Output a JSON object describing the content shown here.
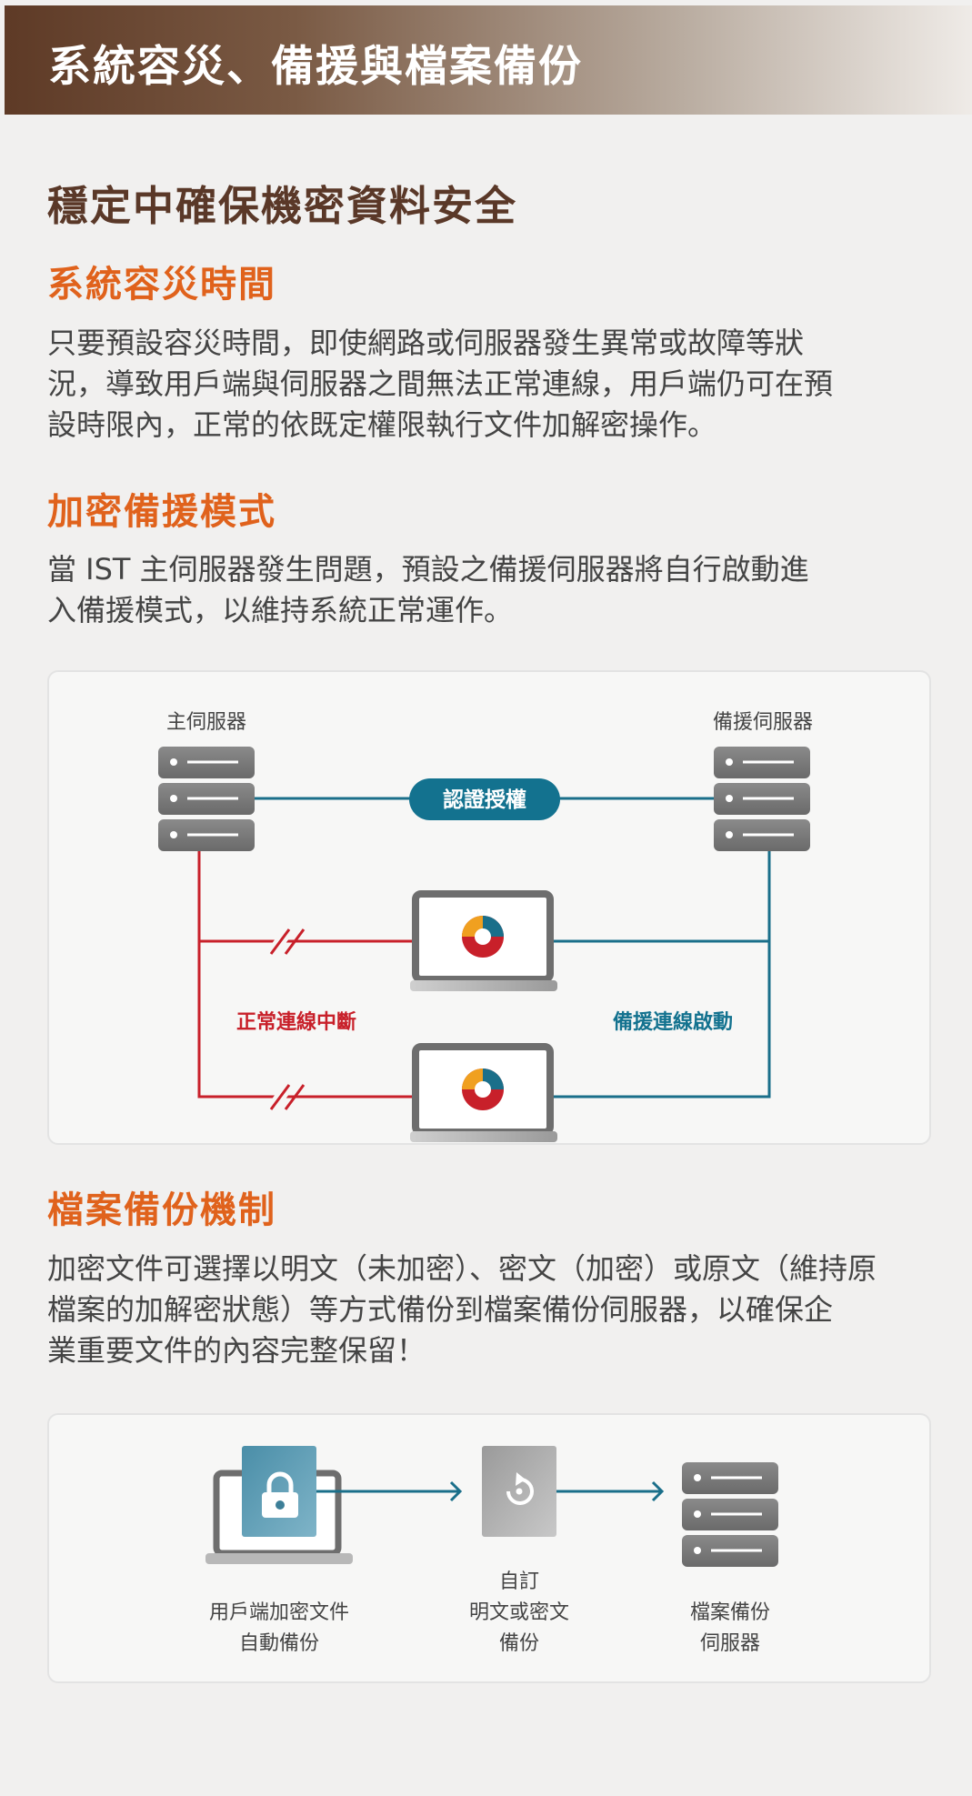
{
  "header": {
    "title": "系統容災、備援與檔案備份"
  },
  "subtitle": "穩定中確保機密資料安全",
  "sections": {
    "disaster": {
      "title": "系統容災時間",
      "lines": [
        "只要預設容災時間，即使網路或伺服器發生異常或故障等狀",
        "況，導致用戶端與伺服器之間無法正常連線，用戶端仍可在預",
        "設時限內，正常的依既定權限執行文件加解密操作。"
      ]
    },
    "backup_mode": {
      "title": "加密備援模式",
      "lines": [
        "當 IST 主伺服器發生問題，預設之備援伺服器將自行啟動進",
        "入備援模式，以維持系統正常運作。"
      ]
    },
    "file_backup": {
      "title": "檔案備份機制",
      "lines": [
        "加密文件可選擇以明文（未加密）、密文（加密）或原文（維持原",
        "檔案的加解密狀態）等方式備份到檔案備份伺服器，以確保企",
        "業重要文件的內容完整保留！"
      ]
    }
  },
  "diagram1": {
    "main_server_label": "主伺服器",
    "backup_server_label": "備援伺服器",
    "auth_label": "認證授權",
    "broken_label": "正常連線中斷",
    "backup_link_label": "備援連線啟動",
    "colors": {
      "teal": "#1a6f8a",
      "red": "#c8202a",
      "server": "#7a7a7a"
    }
  },
  "diagram2": {
    "step1": [
      "用戶端加密文件",
      "自動備份"
    ],
    "step2": [
      "自訂",
      "明文或密文",
      "備份"
    ],
    "step3": [
      "檔案備份",
      "伺服器"
    ],
    "icons": [
      "laptop-lock-icon",
      "restore-file-icon",
      "server-icon"
    ]
  }
}
